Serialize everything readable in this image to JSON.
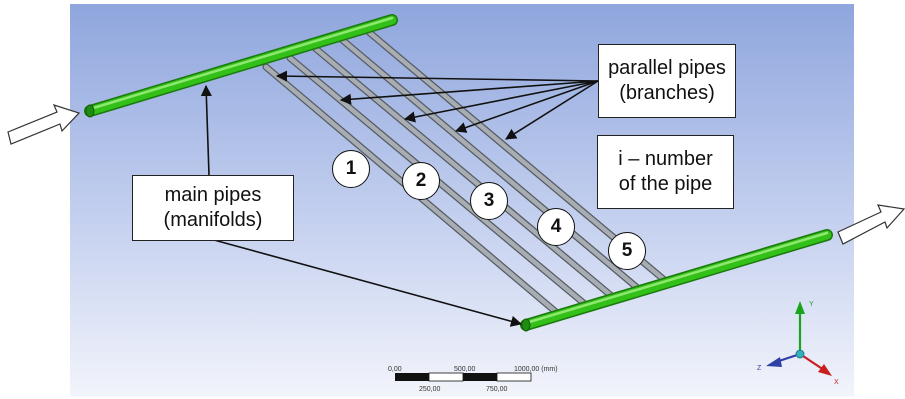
{
  "labels": {
    "parallel_line1": "parallel pipes",
    "parallel_line2": "(branches)",
    "main_line1": "main pipes",
    "main_line2": "(manifolds)",
    "number_line1": "i – number",
    "number_line2": "of the pipe"
  },
  "pipe_numbers": [
    "1",
    "2",
    "3",
    "4",
    "5"
  ],
  "scale_bar": {
    "top": [
      "0,00",
      "500,00",
      "1000,00 (mm)"
    ],
    "bottom": [
      "250,00",
      "750,00"
    ]
  },
  "triad": {
    "x": "X",
    "y": "Y",
    "z": "Z"
  },
  "colors": {
    "background_top": "#8fa6dd",
    "background_bottom": "#f2f4fb",
    "manifold": "#33c019",
    "branch": "#9aa0a6"
  }
}
